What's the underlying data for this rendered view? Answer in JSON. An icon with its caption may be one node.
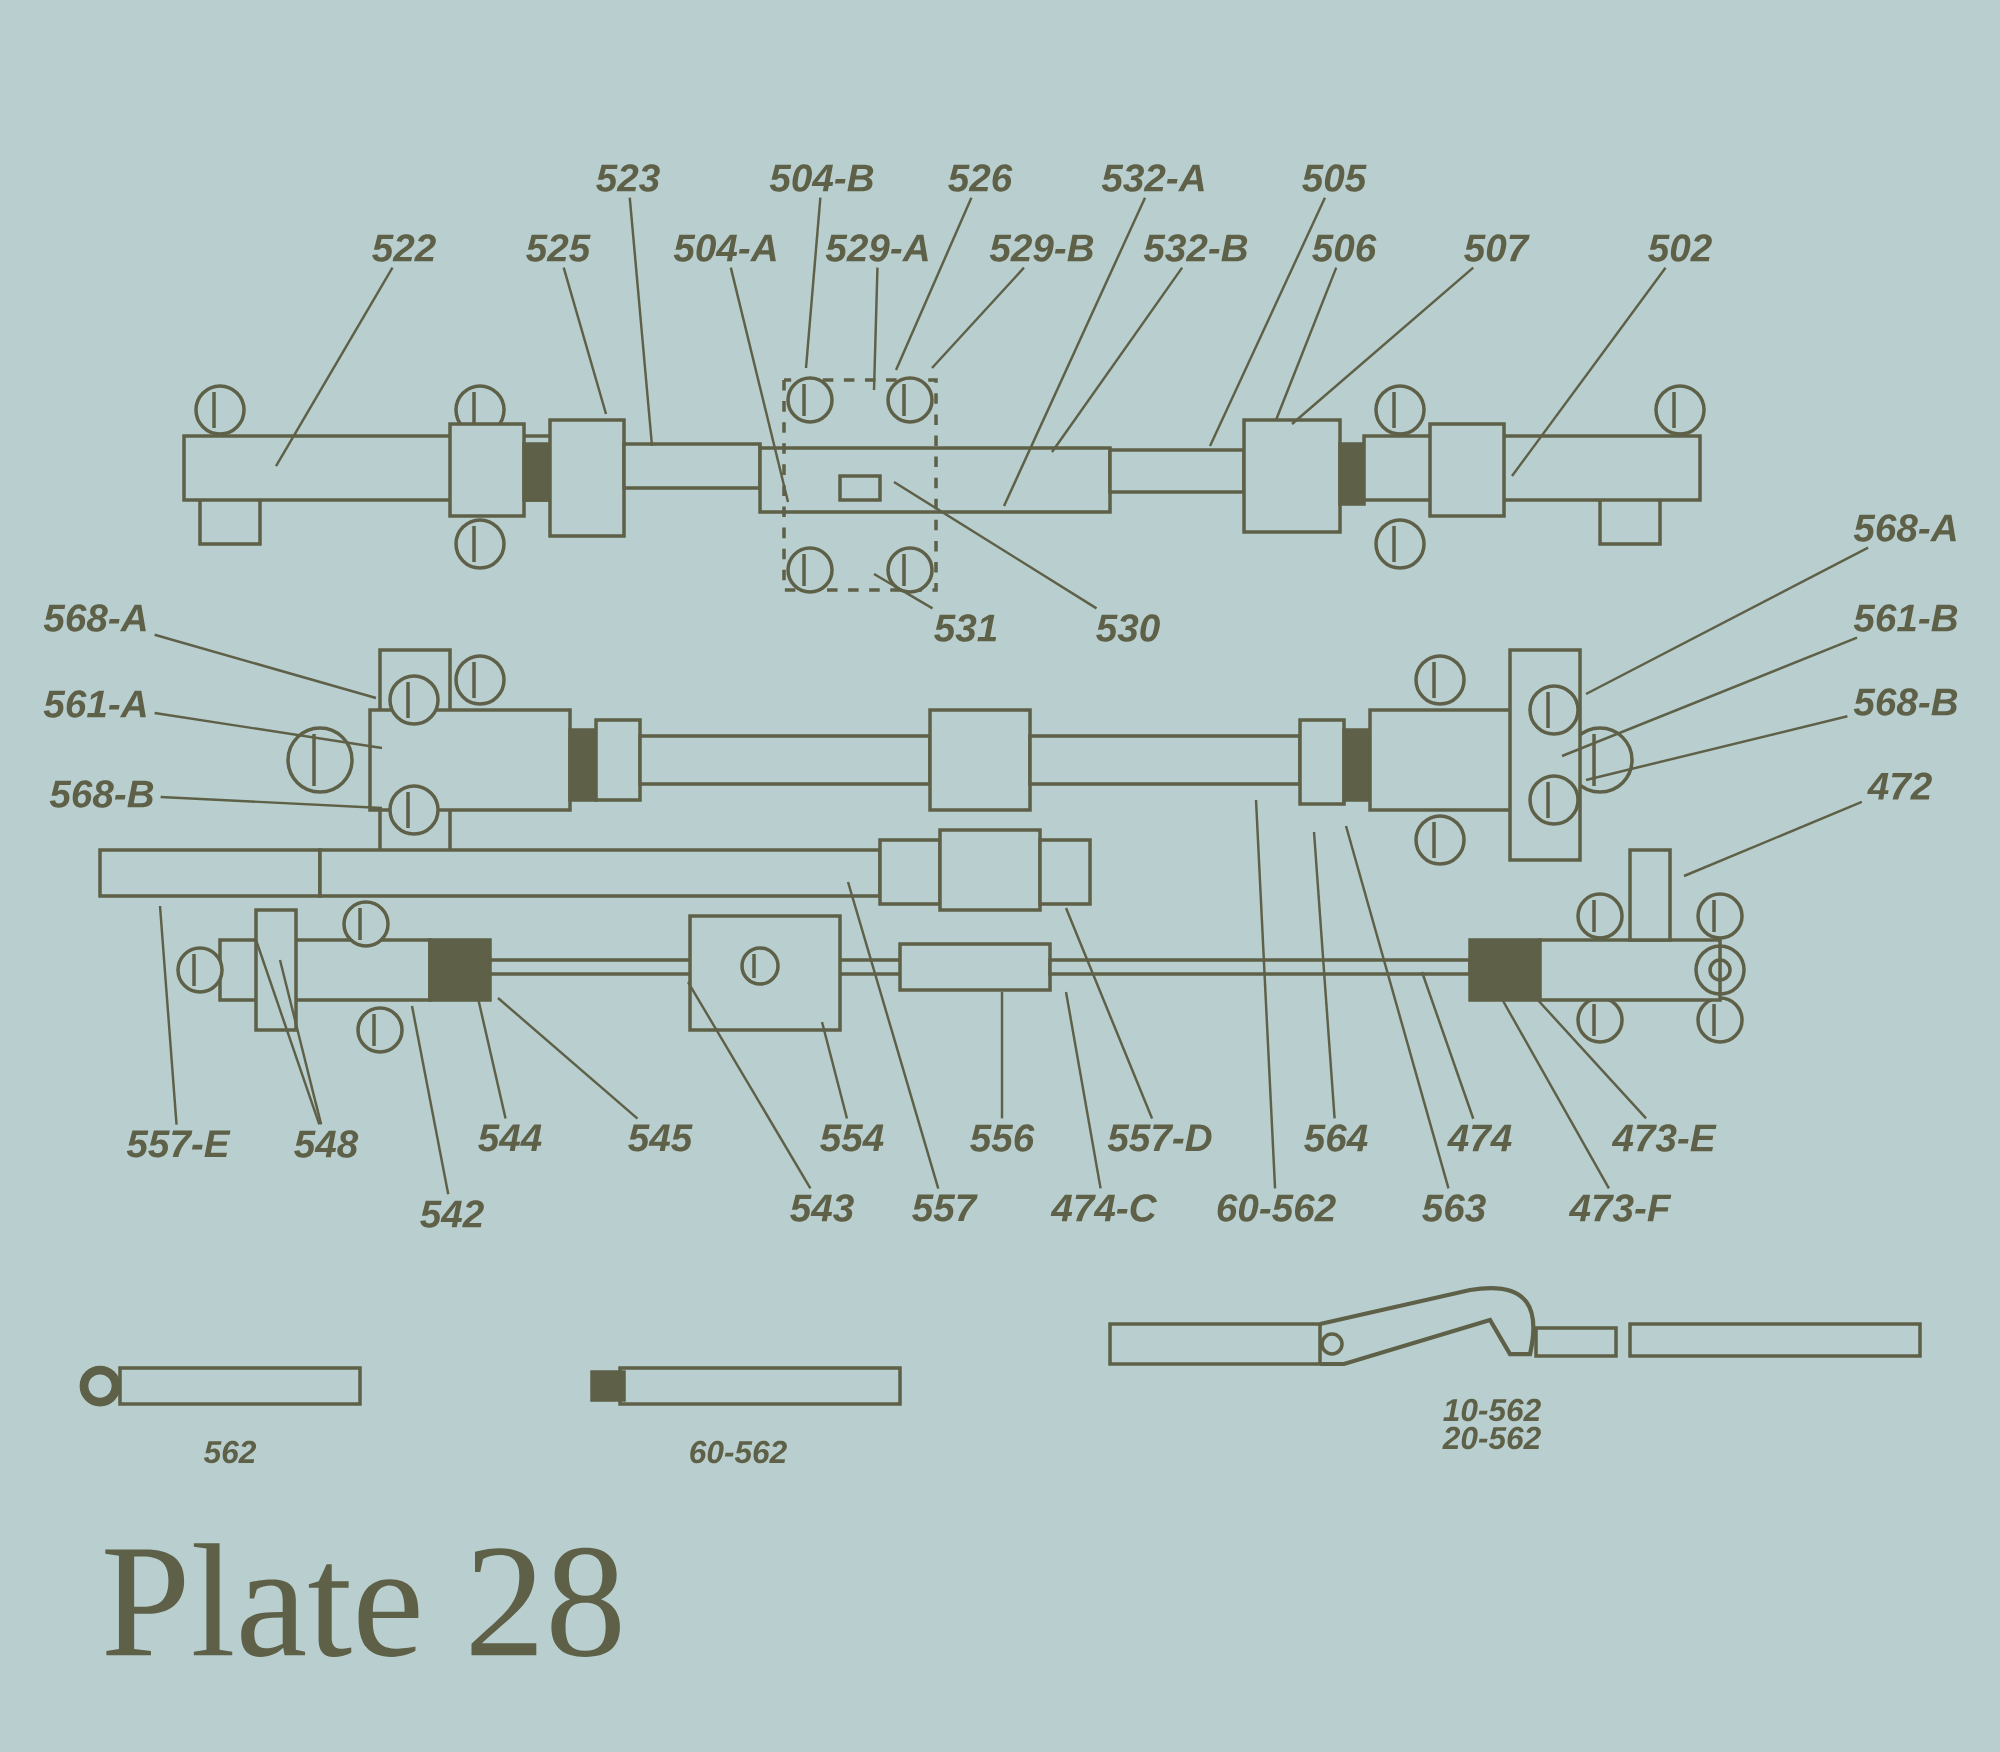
{
  "diagram": {
    "title": "Plate 28",
    "nodes": [
      {
        "text": [
          "523"
        ]
      },
      {
        "text": [
          "504-B"
        ]
      },
      {
        "text": [
          "526"
        ]
      },
      {
        "text": [
          "532-A"
        ]
      },
      {
        "text": [
          "505"
        ]
      },
      {
        "text": [
          "522"
        ]
      },
      {
        "text": [
          "525"
        ]
      },
      {
        "text": [
          "504-A"
        ]
      },
      {
        "text": [
          "529-A"
        ]
      },
      {
        "text": [
          "529-B"
        ]
      },
      {
        "text": [
          "532-B"
        ]
      },
      {
        "text": [
          "506"
        ]
      },
      {
        "text": [
          "507"
        ]
      },
      {
        "text": [
          "502"
        ]
      },
      {
        "text": [
          "531"
        ]
      },
      {
        "text": [
          "530"
        ]
      },
      {
        "text": [
          "568-A"
        ]
      },
      {
        "text": [
          "561-A"
        ]
      },
      {
        "text": [
          "568-B"
        ]
      },
      {
        "text": [
          "568-A"
        ]
      },
      {
        "text": [
          "561-B"
        ]
      },
      {
        "text": [
          "568-B"
        ]
      },
      {
        "text": [
          "472"
        ]
      },
      {
        "text": [
          "557-E"
        ]
      },
      {
        "text": [
          "548"
        ]
      },
      {
        "text": [
          "544"
        ]
      },
      {
        "text": [
          "545"
        ]
      },
      {
        "text": [
          "554"
        ]
      },
      {
        "text": [
          "556"
        ]
      },
      {
        "text": [
          "557-D"
        ]
      },
      {
        "text": [
          "564"
        ]
      },
      {
        "text": [
          "474"
        ]
      },
      {
        "text": [
          "473-E"
        ]
      },
      {
        "text": [
          "542"
        ]
      },
      {
        "text": [
          "543"
        ]
      },
      {
        "text": [
          "557"
        ]
      },
      {
        "text": [
          "474-C"
        ]
      },
      {
        "text": [
          "60-562"
        ]
      },
      {
        "text": [
          "563"
        ]
      },
      {
        "text": [
          "473-F"
        ]
      }
    ],
    "edges": [
      {
        "from": 0,
        "to": null,
        "arrow": "none"
      },
      {
        "from": 1,
        "to": null,
        "arrow": "none"
      },
      {
        "from": 2,
        "to": null,
        "arrow": "none"
      },
      {
        "from": 3,
        "to": null,
        "arrow": "none"
      },
      {
        "from": 4,
        "to": null,
        "arrow": "none"
      },
      {
        "from": 5,
        "to": null,
        "arrow": "none"
      },
      {
        "from": 6,
        "to": null,
        "arrow": "none"
      },
      {
        "from": 7,
        "to": null,
        "arrow": "none"
      },
      {
        "from": 8,
        "to": null,
        "arrow": "none"
      },
      {
        "from": 9,
        "to": null,
        "arrow": "none"
      },
      {
        "from": 10,
        "to": null,
        "arrow": "none"
      },
      {
        "from": 11,
        "to": null,
        "arrow": "none"
      },
      {
        "from": 12,
        "to": null,
        "arrow": "none"
      },
      {
        "from": 13,
        "to": null,
        "arrow": "none"
      },
      {
        "from": 14,
        "to": null,
        "arrow": "none"
      },
      {
        "from": 15,
        "to": null,
        "arrow": "none"
      },
      {
        "from": 16,
        "to": null,
        "arrow": "none"
      },
      {
        "from": 17,
        "to": null,
        "arrow": "none"
      },
      {
        "from": 18,
        "to": null,
        "arrow": "none"
      },
      {
        "from": 19,
        "to": null,
        "arrow": "none"
      },
      {
        "from": 20,
        "to": null,
        "arrow": "none"
      },
      {
        "from": 21,
        "to": null,
        "arrow": "none"
      },
      {
        "from": 22,
        "to": null,
        "arrow": "none"
      },
      {
        "from": 23,
        "to": null,
        "arrow": "none"
      },
      {
        "from": 24,
        "to": null,
        "arrow": "none"
      },
      {
        "from": 24,
        "to": null,
        "arrow": "none"
      },
      {
        "from": 25,
        "to": null,
        "arrow": "none"
      },
      {
        "from": 26,
        "to": null,
        "arrow": "none"
      },
      {
        "from": 27,
        "to": null,
        "arrow": "none"
      },
      {
        "from": 28,
        "to": null,
        "arrow": "none"
      },
      {
        "from": 29,
        "to": null,
        "arrow": "none"
      },
      {
        "from": 30,
        "to": null,
        "arrow": "none"
      },
      {
        "from": 31,
        "to": null,
        "arrow": "none"
      },
      {
        "from": 32,
        "to": null,
        "arrow": "none"
      },
      {
        "from": 33,
        "to": null,
        "arrow": "none"
      },
      {
        "from": 34,
        "to": null,
        "arrow": "none"
      },
      {
        "from": 35,
        "to": null,
        "arrow": "none"
      },
      {
        "from": 36,
        "to": null,
        "arrow": "none"
      },
      {
        "from": 37,
        "to": null,
        "arrow": "none"
      },
      {
        "from": 38,
        "to": null,
        "arrow": "none"
      },
      {
        "from": 39,
        "to": null,
        "arrow": "none"
      }
    ],
    "labels": [
      "562",
      "60-562",
      "10-562",
      "20-562"
    ]
  }
}
